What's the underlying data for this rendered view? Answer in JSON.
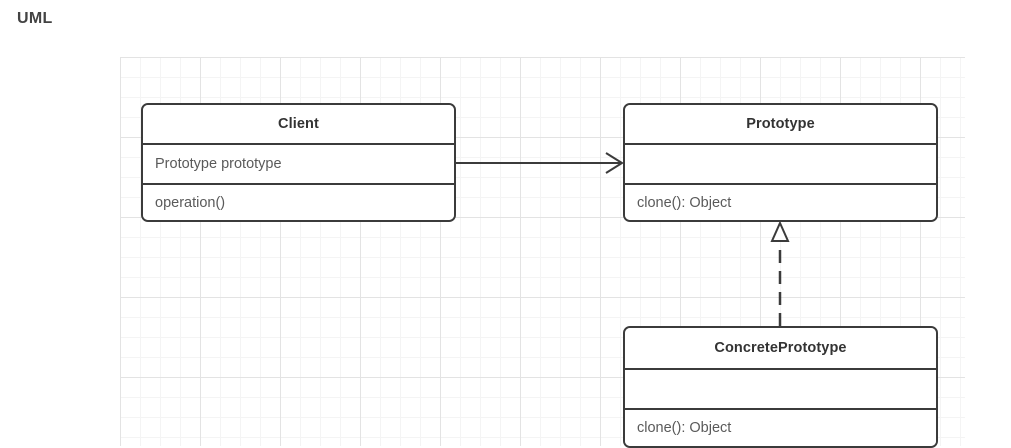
{
  "page": {
    "title": "UML",
    "diagram_kind": "uml-class-diagram",
    "pattern": "Prototype"
  },
  "canvas": {
    "background_color": "#ffffff",
    "grid_minor_color": "#f4f4f4",
    "grid_major_color": "#e3e3e3",
    "grid_minor_spacing": "20",
    "grid_major_spacing": "80"
  },
  "colors": {
    "heading_text": "#434343",
    "class_border": "#3b3b3b",
    "class_fill": "#ffffff",
    "class_name_text": "#333333",
    "member_text": "#5a5a5a",
    "connector": "#3b3b3b"
  },
  "classes": [
    {
      "id": "client",
      "name": "Client",
      "attributes": [
        "Prototype prototype"
      ],
      "operations": [
        "operation()"
      ]
    },
    {
      "id": "prototype",
      "name": "Prototype",
      "attributes": [
        ""
      ],
      "operations": [
        "clone(): Object"
      ]
    },
    {
      "id": "concreteprototype",
      "name": "ConcretePrototype",
      "attributes": [
        ""
      ],
      "operations": [
        "clone(): Object"
      ]
    }
  ],
  "relationships": [
    {
      "id": "client-to-prototype",
      "kind": "association",
      "line_style": "solid",
      "arrow_style": "open",
      "from": "Client",
      "to": "Prototype"
    },
    {
      "id": "concreteprototype-to-prototype",
      "kind": "realization",
      "line_style": "dashed",
      "arrow_style": "hollow-triangle",
      "from": "ConcretePrototype",
      "to": "Prototype"
    }
  ]
}
